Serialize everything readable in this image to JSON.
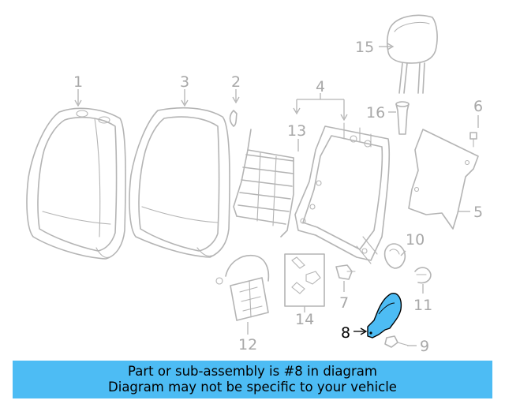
{
  "callouts": {
    "c1": "1",
    "c2": "2",
    "c3": "3",
    "c4": "4",
    "c5": "5",
    "c6": "6",
    "c7": "7",
    "c8": "8",
    "c9": "9",
    "c10": "10",
    "c11": "11",
    "c12": "12",
    "c13": "13",
    "c14": "14",
    "c15": "15",
    "c16": "16"
  },
  "highlighted_part": "8",
  "colors": {
    "highlight_fill": "#4dbcf4",
    "banner_background": "#4dbcf4",
    "part_stroke": "#b4b4b4",
    "label_gray": "#a8a8a8"
  },
  "banner": {
    "line1": "Part or sub-assembly is #8 in diagram",
    "line2": "Diagram may not be specific to your vehicle"
  }
}
